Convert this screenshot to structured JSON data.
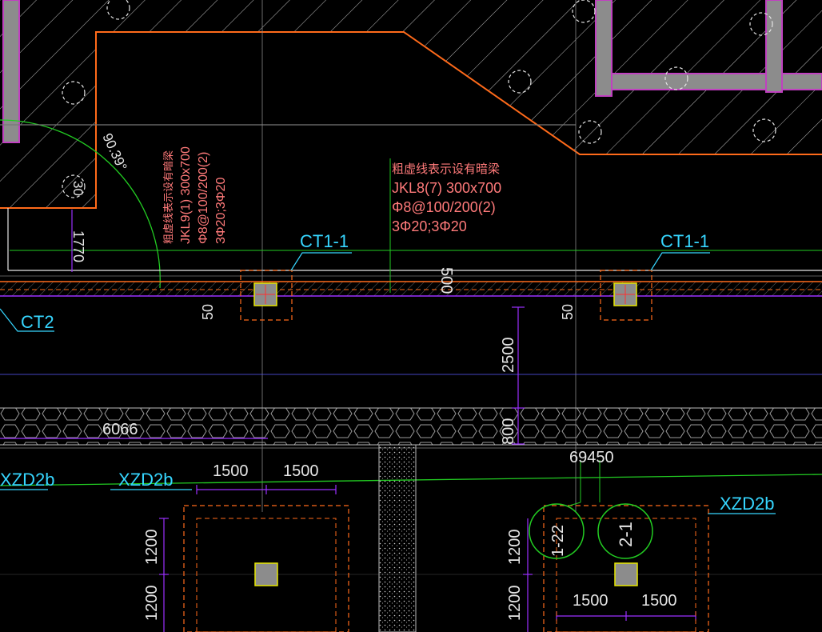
{
  "drawing": {
    "annotations": {
      "note_main": "粗虚线表示设有暗梁",
      "beam_main": "JKL8(7) 300x700",
      "stirrup_main": "Φ8@100/200(2)",
      "rebar_main": "3Φ20;3Φ20",
      "note_left": "粗虚线表示设有暗梁",
      "beam_left": "JKL9(1) 300x700",
      "stirrup_left": "Φ8@100/200(2)",
      "rebar_left": "3Φ20;3Φ20"
    },
    "tags": {
      "ct1_a": "CT1-1",
      "ct1_b": "CT1-1",
      "ct2": "CT2",
      "xzd_left": "XZD2b",
      "xzd_mid": "XZD2b",
      "xzd_right": "XZD2b"
    },
    "dimensions": {
      "angle": "90.39°",
      "d30": "30",
      "d1770": "1770",
      "d500": "500",
      "d50_a": "50",
      "d50_b": "50",
      "d2500": "2500",
      "d800": "800",
      "d6066": "6066",
      "d69450": "69450",
      "d1500_a": "1500",
      "d1500_b": "1500",
      "d1200_a": "1200",
      "d1200_b": "1200",
      "d1200_c": "1200",
      "d1200_d": "1200",
      "d1500_c": "1500",
      "d1500_d": "1500"
    },
    "circles": {
      "c1": "1-22",
      "c2": "2-1"
    },
    "colors": {
      "background": "#000000",
      "wall_fill": "#8c8c8c",
      "wall_outline": "#c040c0",
      "slab_edge": "#ff6a1a",
      "axis_green": "#22cc22",
      "leader_cyan": "#36d6ff",
      "dim_purple": "#9b30ff",
      "text_pink": "#ff7a7a",
      "pile_yellow": "#e6e600"
    }
  }
}
